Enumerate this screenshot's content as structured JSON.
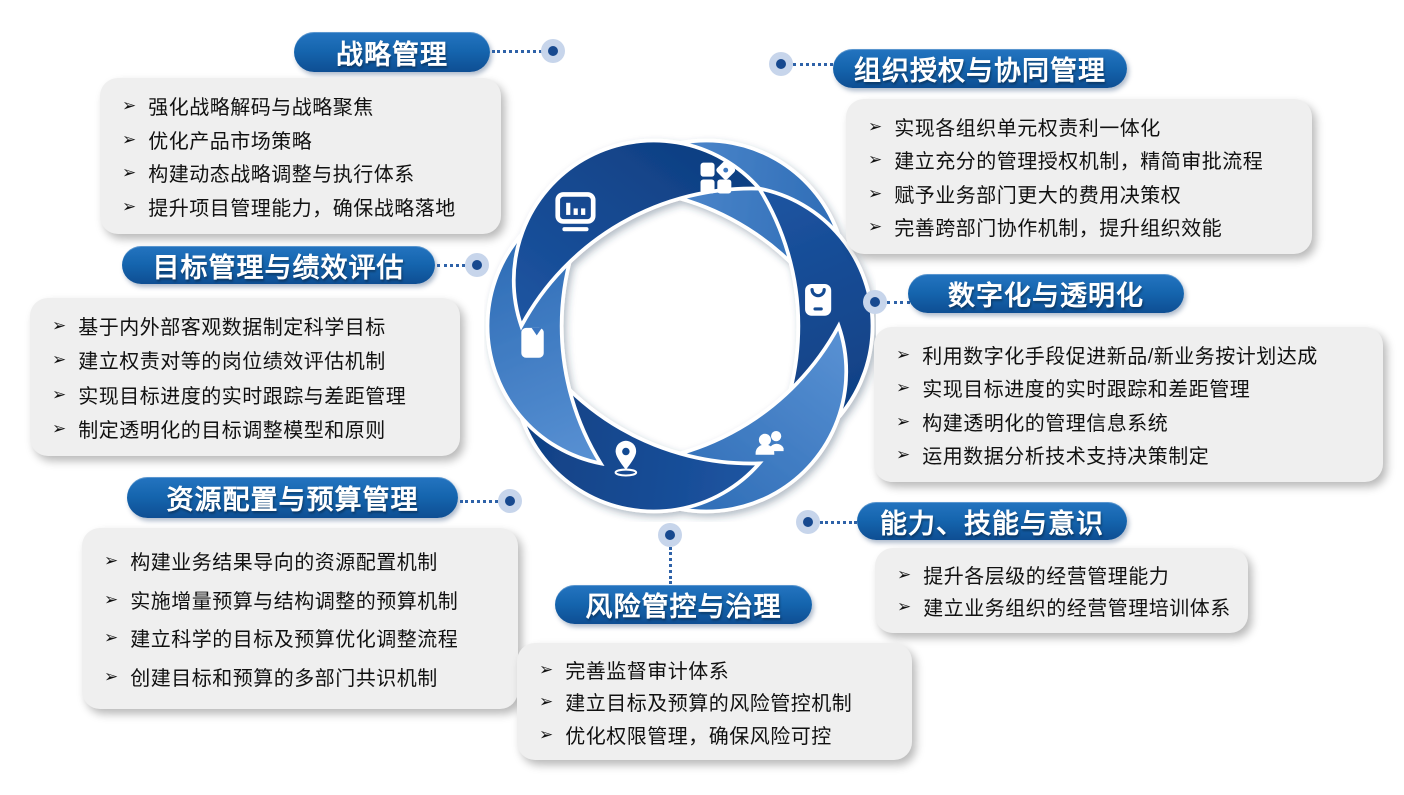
{
  "bullet_glyph": "➢",
  "colors": {
    "pill_blue": "#1565ae",
    "pill_blue_dark": "#0e4e93",
    "panel_gray": "#efefef",
    "petal_dark_start": "#1d55a2",
    "petal_dark_end": "#0d3c7e",
    "petal_light_start": "#5a92d4",
    "petal_light_end": "#2565b0",
    "connector_dot_outer": "#c7d5eb",
    "connector_dot_inner": "#17498f",
    "text_black": "#111111"
  },
  "center_icons": [
    "grid-icon",
    "shopping-bag-icon",
    "users-icon",
    "location-pin-icon",
    "bookmark-icon",
    "bar-chart-icon"
  ],
  "sections": {
    "strategy": {
      "title": "战略管理",
      "items": [
        "强化战略解码与战略聚焦",
        "优化产品市场策略",
        "构建动态战略调整与执行体系",
        "提升项目管理能力，确保战略落地"
      ]
    },
    "target": {
      "title": "目标管理与绩效评估",
      "items": [
        "基于内外部客观数据制定科学目标",
        "建立权责对等的岗位绩效评估机制",
        "实现目标进度的实时跟踪与差距管理",
        "制定透明化的目标调整模型和原则"
      ]
    },
    "resource": {
      "title": "资源配置与预算管理",
      "items": [
        "构建业务结果导向的资源配置机制",
        "实施增量预算与结构调整的预算机制",
        "建立科学的目标及预算优化调整流程",
        "创建目标和预算的多部门共识机制"
      ]
    },
    "org": {
      "title": "组织授权与协同管理",
      "items": [
        "实现各组织单元权责利一体化",
        "建立充分的管理授权机制，精简审批流程",
        "赋予业务部门更大的费用决策权",
        "完善跨部门协作机制，提升组织效能"
      ]
    },
    "digital": {
      "title": "数字化与透明化",
      "items": [
        "利用数字化手段促进新品/新业务按计划达成",
        "实现目标进度的实时跟踪和差距管理",
        "构建透明化的管理信息系统",
        "运用数据分析技术支持决策制定"
      ]
    },
    "ability": {
      "title": "能力、技能与意识",
      "items": [
        "提升各层级的经营管理能力",
        "建立业务组织的经营管理培训体系"
      ]
    },
    "risk": {
      "title": "风险管控与治理",
      "items": [
        "完善监督审计体系",
        "建立目标及预算的风险管控机制",
        "优化权限管理，确保风险可控"
      ]
    }
  }
}
